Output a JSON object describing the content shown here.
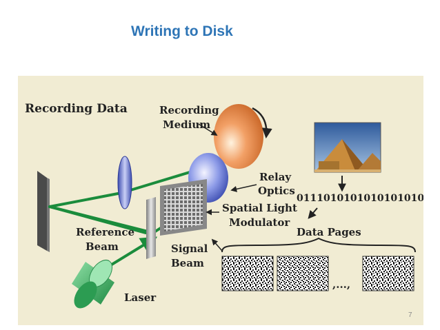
{
  "slide": {
    "title": "Writing to Disk",
    "page_number": "7"
  },
  "diagram": {
    "heading": "Recording Data",
    "labels": {
      "recording_medium_line1": "Recording",
      "recording_medium_line2": "Medium",
      "relay_optics_line1": "Relay",
      "relay_optics_line2": "Optics",
      "slm_line1": "Spatial Light",
      "slm_line2": "Modulator",
      "reference_beam_line1": "Reference",
      "reference_beam_line2": "Beam",
      "signal_beam_line1": "Signal",
      "signal_beam_line2": "Beam",
      "laser": "Laser",
      "binary": "0111010101010101010...",
      "data_pages": "Data Pages",
      "ellipsis": ",...,"
    },
    "colors": {
      "beam": "#1b8c3c",
      "medium": "#e8894a",
      "lens": "#5b6fd0",
      "laser": "#4dbb6b",
      "background": "#f1ecd3"
    }
  }
}
